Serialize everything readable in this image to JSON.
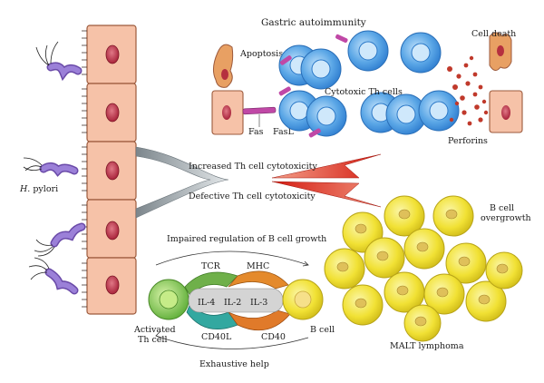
{
  "labels": {
    "gastric_autoimmunity": "Gastric autoimmunity",
    "apoptosis": "Apoptosis",
    "cell_death": "Cell death",
    "cytotoxic_th_cells": "Cytotoxic Th cells",
    "fas": "Fas",
    "fasl": "FasL",
    "perforins": "Perforins",
    "increased_cytotoxicity": "Increased Th cell cytotoxicity",
    "defective_cytotoxicity": "Defective Th cell cytotoxicity",
    "h_pylori_italic": "H.",
    "h_pylori_rest": " pylori",
    "impaired_regulation": "Impaired regulation of B cell growth",
    "tcr": "TCR",
    "mhc": "MHC",
    "il4": "IL-4",
    "il2": "IL-2",
    "il3": "IL-3",
    "cd40l": "CD40L",
    "cd40": "CD40",
    "activated_line1": "Activated",
    "activated_line2": "Th cell",
    "b_cell": "B cell",
    "exhaustive_help": "Exhaustive help",
    "b_cell_overgrowth_line1": "B cell",
    "b_cell_overgrowth_line2": "overgrowth",
    "malt_lymphoma": "MALT lymphoma"
  },
  "colors": {
    "epithelial_fill": "#f6c2a8",
    "epithelial_stroke": "#9c5a3c",
    "nucleus": "#b5303f",
    "bacterium": "#8a6ac8",
    "cytotoxic_cell": "#4f9be0",
    "cytotoxic_nucleus": "#2a78c8",
    "perforin_dot": "#c0392b",
    "arrow_red": "#d9261c",
    "arrow_gray": "#9aa4aa",
    "th_cell": "#7ec850",
    "tcr_green": "#6fb04a",
    "mhc_orange": "#e48a2c",
    "cd40l_teal": "#33a8a0",
    "cd40_orange": "#e07a2a",
    "synapse_center": "#c8c8c8",
    "b_cell_yellow": "#f2e33a",
    "b_cell_nucleus": "#d9b24a",
    "fasl_pink": "#c048a6"
  }
}
